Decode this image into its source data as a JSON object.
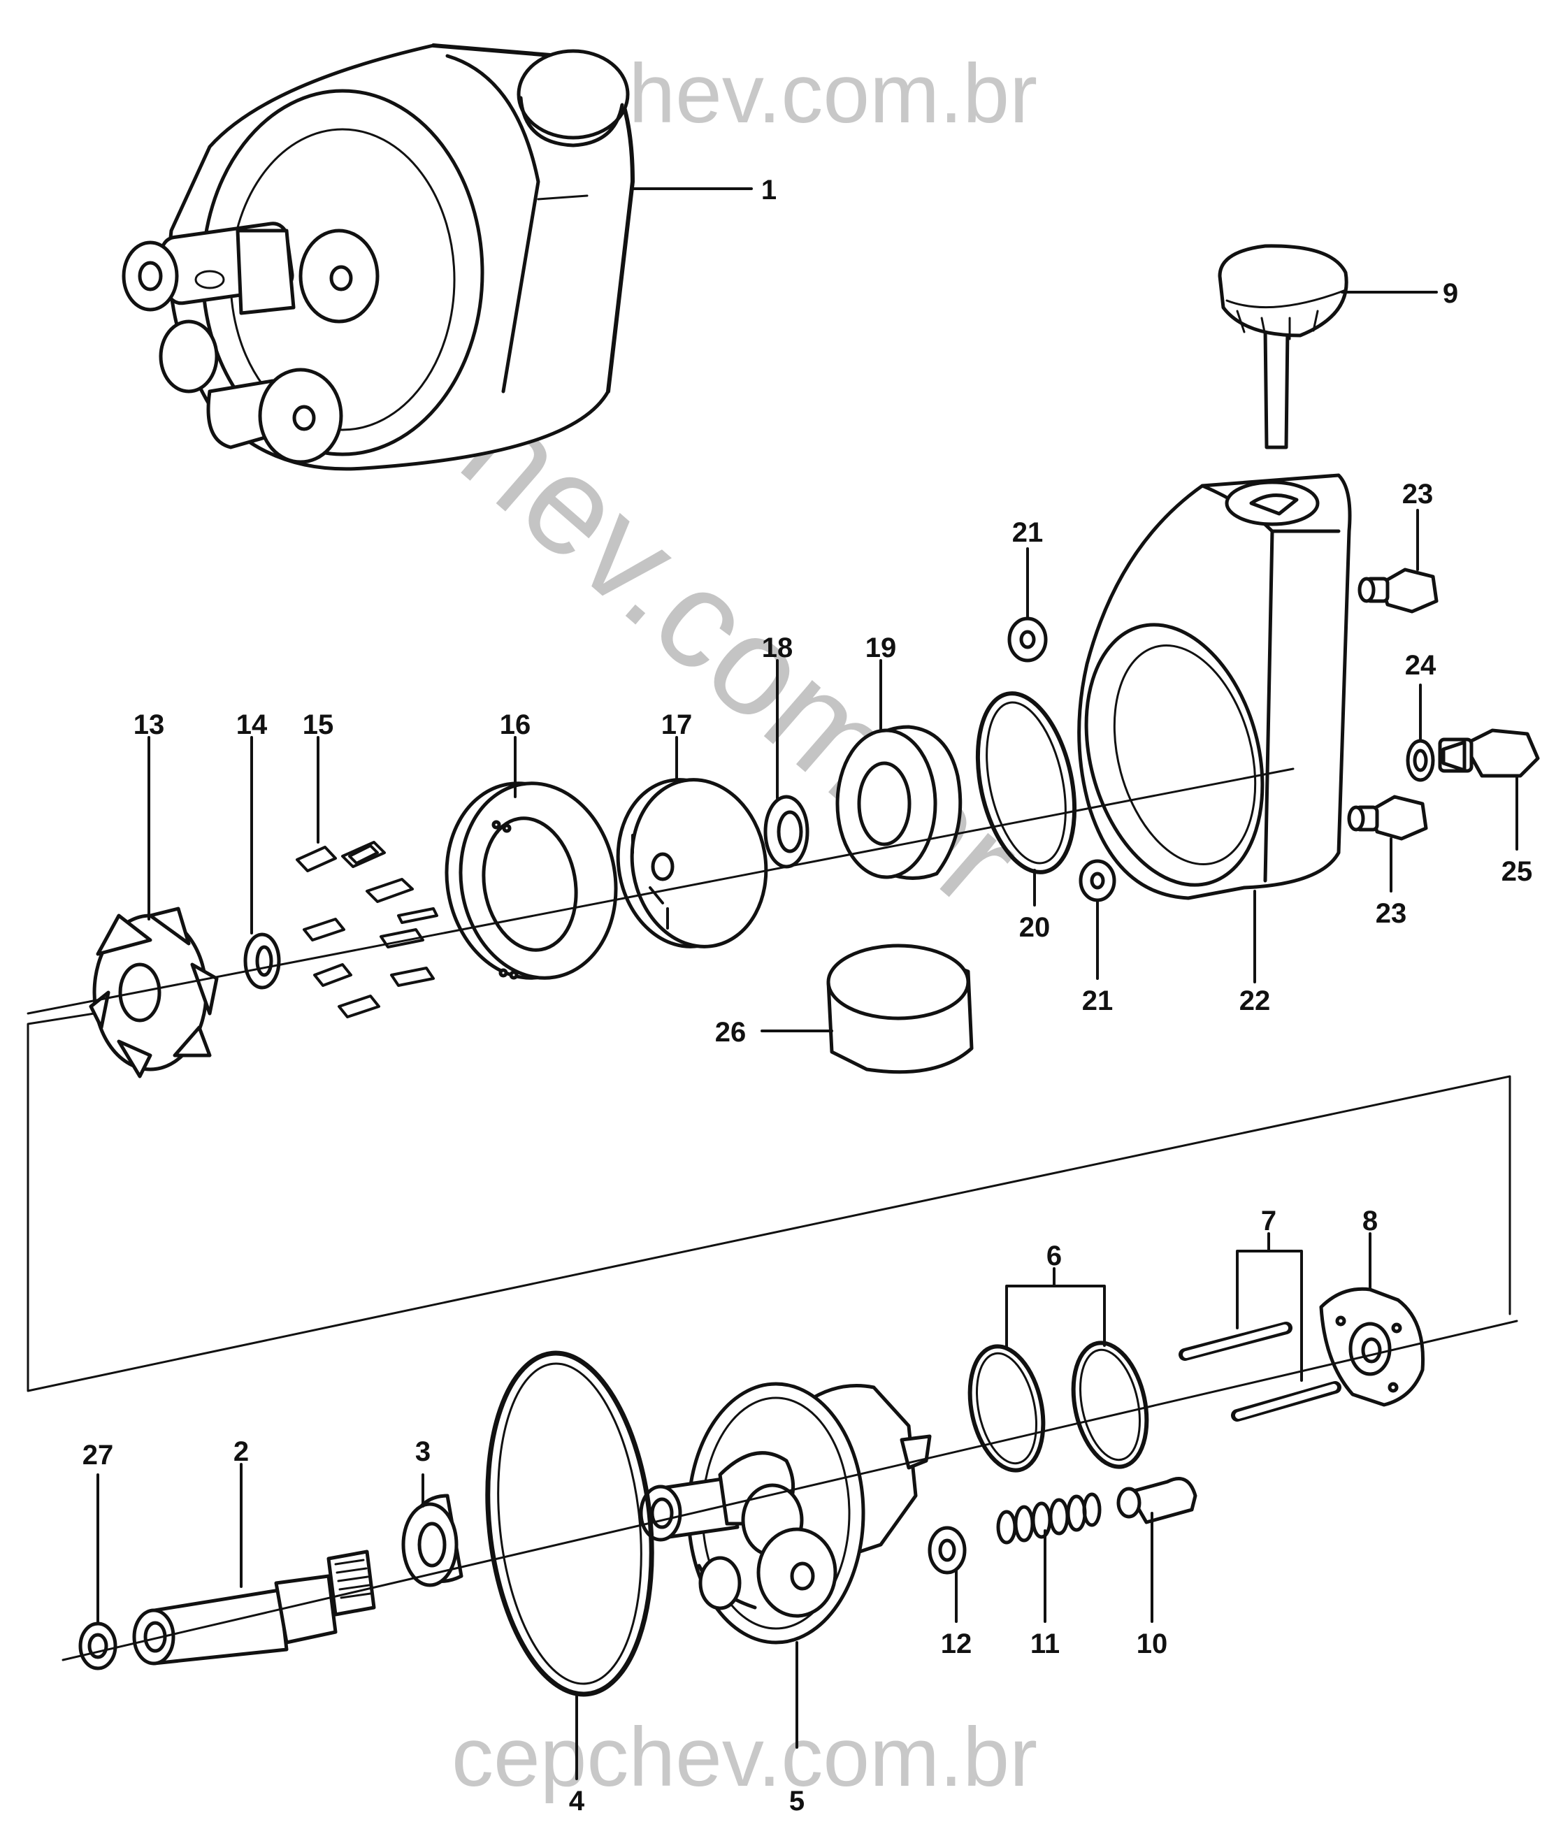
{
  "watermark": {
    "top": "cepchev.com.br",
    "bottom": "cepchev.com.br",
    "diagonal": "cepchev.com.br"
  },
  "colors": {
    "line": "#111111",
    "watermark": "#c6c6c6"
  },
  "callouts": [
    "1",
    "2",
    "3",
    "4",
    "5",
    "6",
    "7",
    "8",
    "9",
    "10",
    "11",
    "12",
    "13",
    "14",
    "15",
    "16",
    "17",
    "18",
    "19",
    "20",
    "21",
    "21",
    "22",
    "23",
    "23",
    "24",
    "25",
    "26",
    "27"
  ]
}
